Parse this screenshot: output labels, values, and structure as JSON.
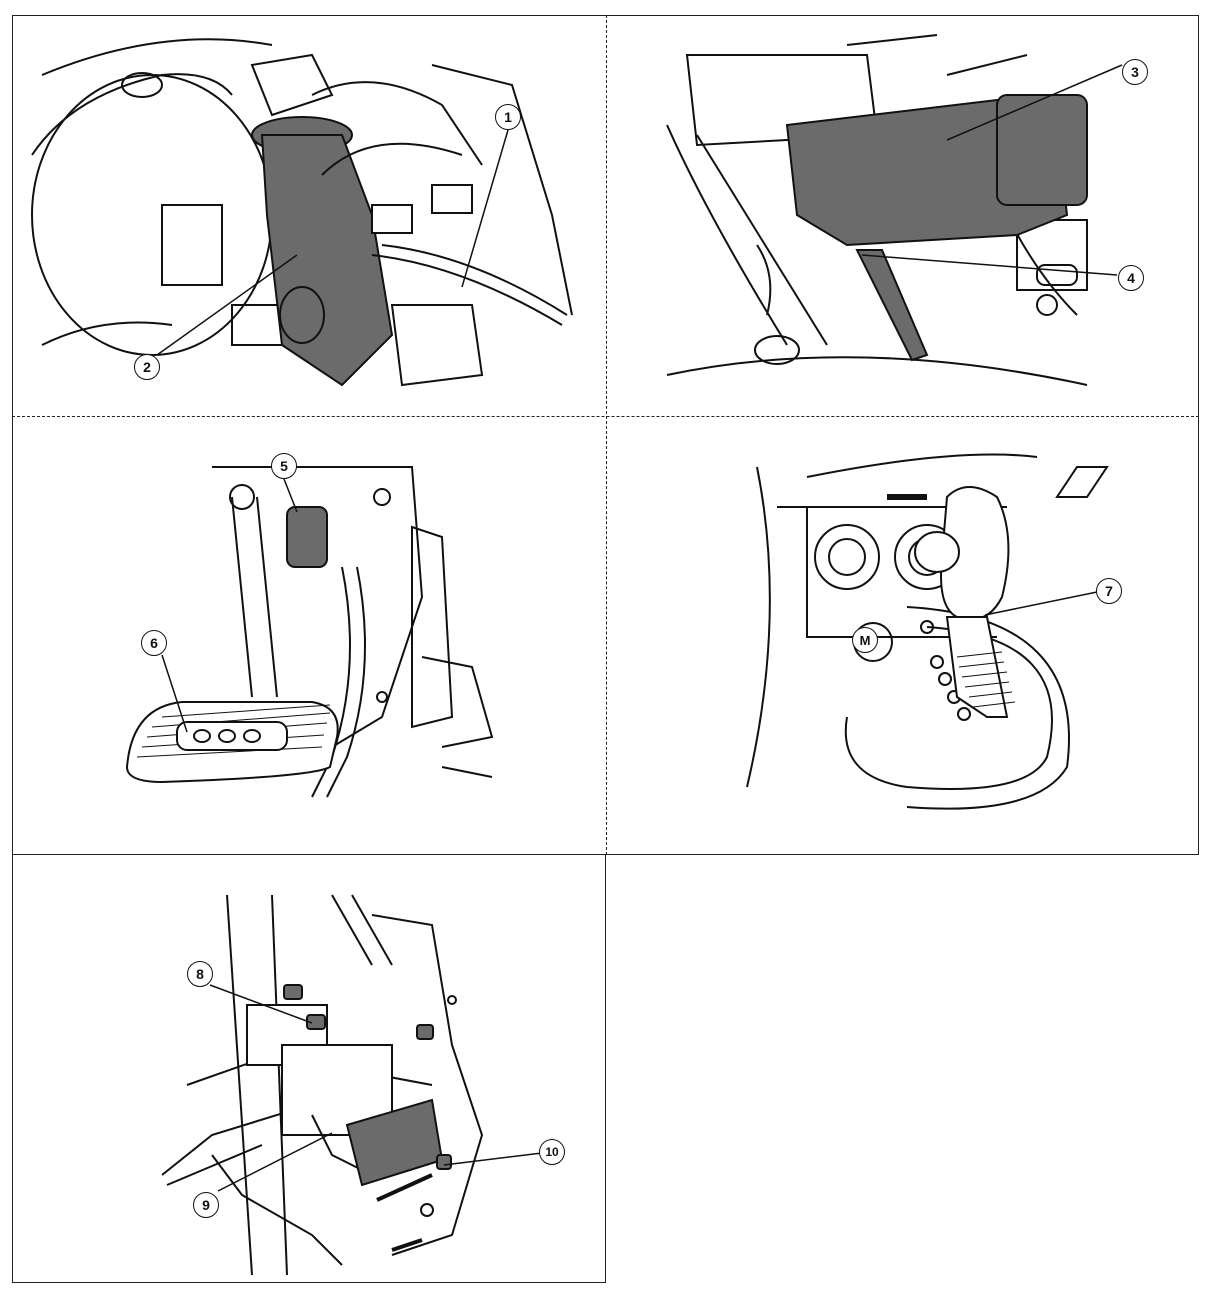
{
  "callouts": [
    "1",
    "2",
    "3",
    "4",
    "5",
    "6",
    "7",
    "8",
    "9",
    "10"
  ],
  "shift_gate_label": "M",
  "colors": {
    "ink": "#111111",
    "shade": "#6b6b6b",
    "paper": "#ffffff"
  }
}
